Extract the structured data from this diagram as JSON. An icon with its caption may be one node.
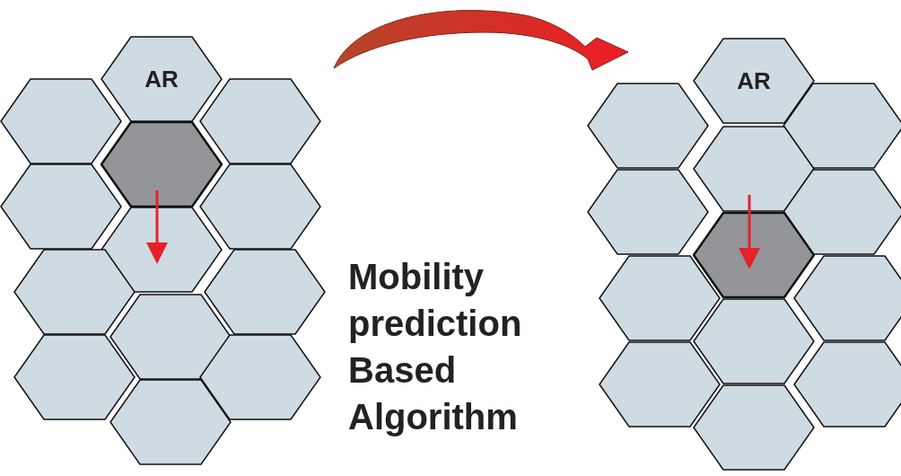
{
  "diagram": {
    "nodes": [
      {
        "text": [
          "AR"
        ]
      },
      {
        "text": [],
        "shape": "hexagon"
      },
      {
        "text": [],
        "shape": "hexagon"
      },
      {
        "text": [],
        "shape": "hexagon"
      },
      {
        "text": [],
        "shape": "hexagon"
      },
      {
        "text": [],
        "shape": "hexagon"
      },
      {
        "text": [],
        "shape": "hexagon"
      },
      {
        "text": [],
        "shape": "hexagon"
      },
      {
        "text": [],
        "shape": "hexagon"
      },
      {
        "text": [],
        "shape": "hexagon"
      },
      {
        "text": [],
        "shape": "hexagon"
      },
      {
        "text": [],
        "shape": "hexagon"
      },
      {
        "text": [],
        "shape": "hexagon"
      },
      {
        "text": [
          "AR"
        ]
      },
      {
        "text": [],
        "shape": "hexagon"
      },
      {
        "text": [],
        "shape": "hexagon"
      },
      {
        "text": [],
        "shape": "hexagon"
      },
      {
        "text": [],
        "shape": "hexagon"
      },
      {
        "text": [],
        "shape": "hexagon"
      },
      {
        "text": [],
        "shape": "hexagon"
      },
      {
        "text": [],
        "shape": "hexagon"
      },
      {
        "text": [],
        "shape": "hexagon"
      },
      {
        "text": [],
        "shape": "hexagon"
      },
      {
        "text": [],
        "shape": "hexagon"
      },
      {
        "text": [],
        "shape": "hexagon"
      },
      {
        "text": [],
        "shape": "hexagon"
      }
    ],
    "edges": [
      {
        "from": 3,
        "to": 6,
        "arrow": "to"
      },
      {
        "from": 16,
        "to": 19,
        "arrow": "to"
      }
    ],
    "labels": [
      "Mobility prediction Based Algorithm"
    ]
  }
}
